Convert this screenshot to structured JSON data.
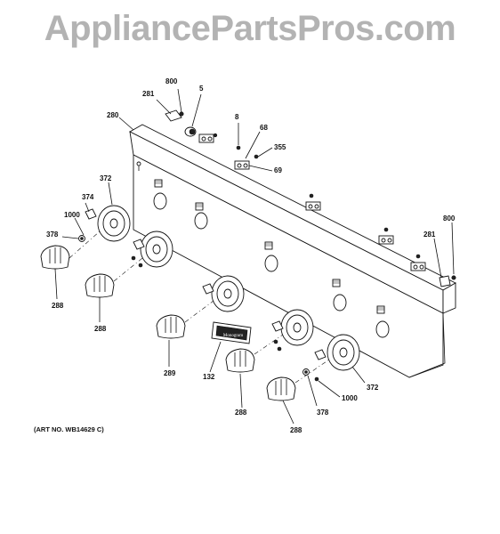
{
  "watermark": "AppliancePartsPros.com",
  "art_number": "(ART NO. WB14629 C)",
  "callouts": {
    "c800a": "800",
    "c281a": "281",
    "c5": "5",
    "c280": "280",
    "c8": "8",
    "c68": "68",
    "c355": "355",
    "c69": "69",
    "c372a": "372",
    "c374": "374",
    "c1000a": "1000",
    "c378a": "378",
    "c288a": "288",
    "c288b": "288",
    "c289": "289",
    "c132": "132",
    "c288c": "288",
    "c288d": "288",
    "c378b": "378",
    "c1000b": "1000",
    "c372b": "372",
    "c800b": "800",
    "c281b": "281"
  },
  "nameplate_text": "Monogram"
}
